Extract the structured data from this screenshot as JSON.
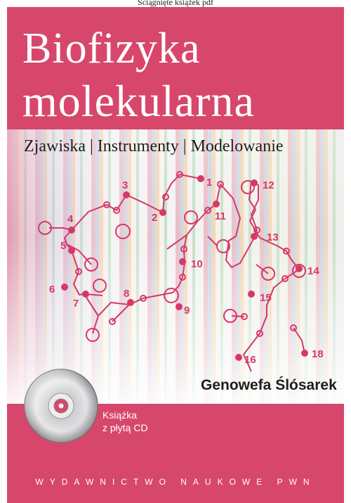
{
  "watermark": "Ściągnięte książek pdf",
  "cover": {
    "title_line1": "Biofizyka",
    "title_line2": "molekularna",
    "subtitle": "Zjawiska | Instrumenty | Modelowanie",
    "author": "Genowefa Ślósarek",
    "cd_label_line1": "Książka",
    "cd_label_line2": "z płytą CD",
    "publisher": "WYDAWNICTWO NAUKOWE PWN",
    "residue_numbers": [
      "1",
      "2",
      "3",
      "4",
      "5",
      "6",
      "7",
      "8",
      "9",
      "10",
      "11",
      "12",
      "13",
      "14",
      "15",
      "16",
      "18"
    ]
  },
  "colors": {
    "cover_pink": "#d7476b",
    "molecule": "#d7376a",
    "title_text": "#ffffff",
    "body_text": "#1e1e1e"
  },
  "icons": [
    "cd-disc-icon"
  ]
}
